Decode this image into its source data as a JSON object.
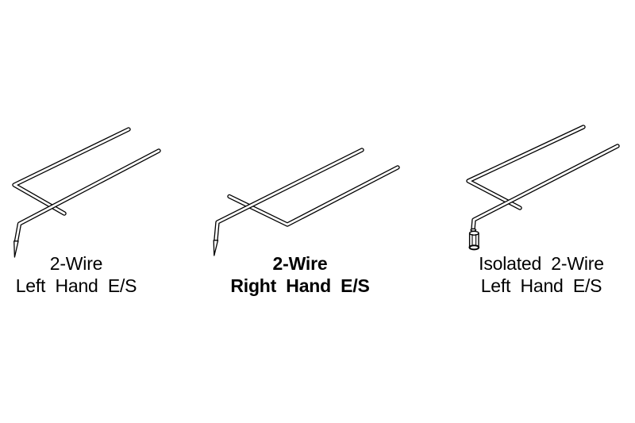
{
  "canvas": {
    "background_color": "#ffffff",
    "line_color": "#000000",
    "text_color": "#000000"
  },
  "figures": [
    {
      "drawing": "2-wire-left-hand-hook-drawing",
      "caption_line1": "2-Wire",
      "caption_line2": "Left Hand E/S",
      "emphasis": "normal"
    },
    {
      "drawing": "2-wire-right-hand-hook-drawing",
      "caption_line1": "2-Wire",
      "caption_line2": "Right Hand E/S",
      "emphasis": "bold"
    },
    {
      "drawing": "isolated-2-wire-left-hand-hook-drawing",
      "caption_line1": "Isolated 2-Wire",
      "caption_line2": "Left Hand E/S",
      "emphasis": "normal"
    }
  ]
}
